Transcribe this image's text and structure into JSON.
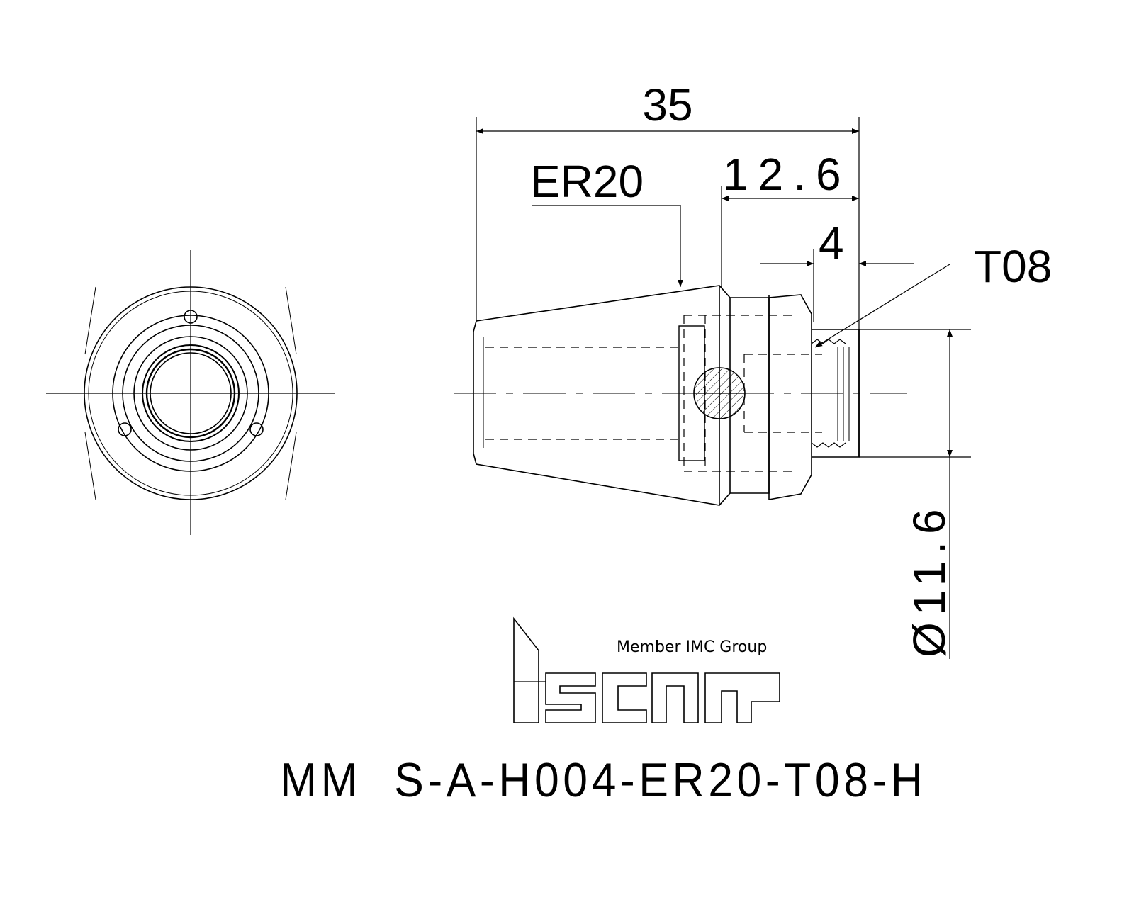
{
  "dimensions": {
    "overall_length": "35",
    "collet": "ER20",
    "length_12_6": "12.6",
    "length_4": "4",
    "thread": "T08",
    "diameter": "Ø11.6"
  },
  "logo": {
    "brand": "iscar",
    "tagline": "Member IMC Group"
  },
  "part_number": "MM  S-A-H004-ER20-T08-H"
}
